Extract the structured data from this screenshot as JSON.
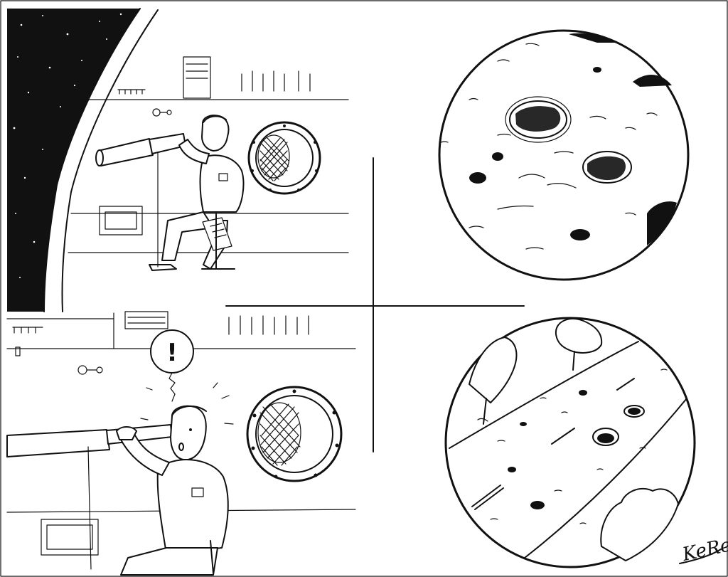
{
  "comic": {
    "signature": "KeRel",
    "exclamation": "!"
  },
  "panels": [
    {
      "id": "top-left",
      "subject": "astronaut-looking-through-telescope"
    },
    {
      "id": "top-right",
      "subject": "moon-surface-view"
    },
    {
      "id": "bottom-left",
      "subject": "astronaut-surprised"
    },
    {
      "id": "bottom-right",
      "subject": "road-view-with-trees"
    }
  ],
  "colors": {
    "ink": "#111111",
    "paper": "#ffffff"
  }
}
